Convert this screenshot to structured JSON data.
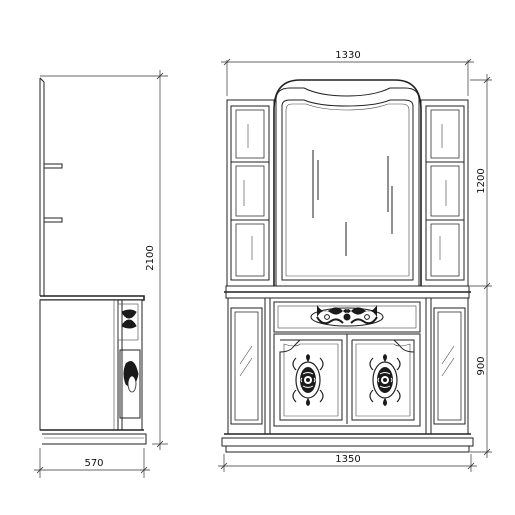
{
  "dimensions": {
    "depth": "570",
    "total_height": "2100",
    "top_width": "1330",
    "upper_height": "1200",
    "lower_height": "900",
    "bottom_width": "1350"
  }
}
